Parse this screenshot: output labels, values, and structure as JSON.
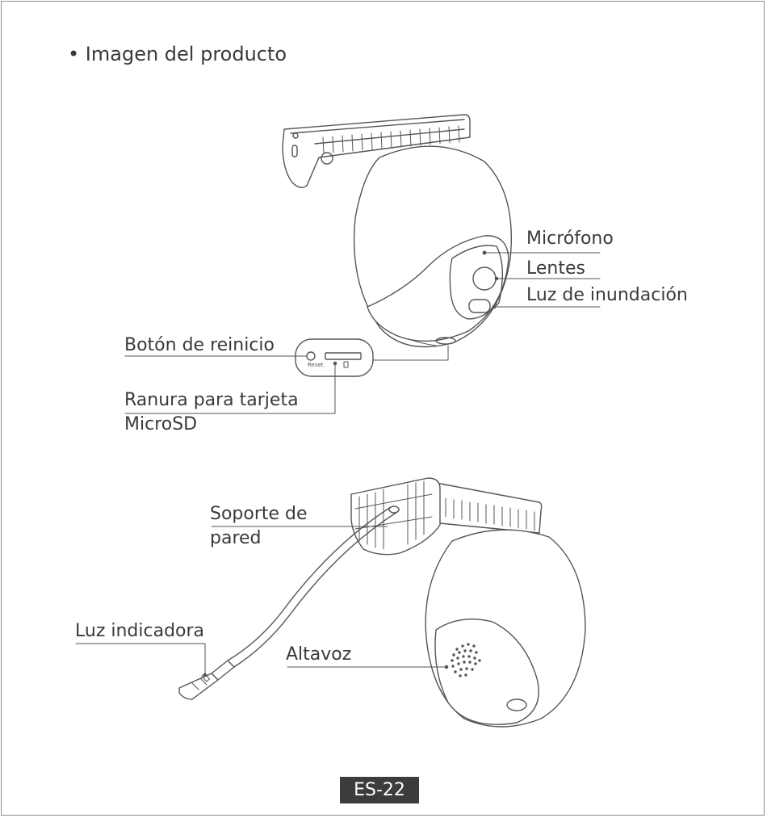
{
  "section": {
    "bullet": "•",
    "title": "Imagen del producto"
  },
  "top_view": {
    "labels": {
      "microphone": "Micrófono",
      "lens": "Lentes",
      "floodlight": "Luz de inundación",
      "reset_button": "Botón de reinicio",
      "sd_slot_line1": "Ranura para tarjeta",
      "sd_slot_line2": "MicroSD"
    },
    "reset_print": "Reset"
  },
  "bottom_view": {
    "labels": {
      "wall_mount_line1": "Soporte de",
      "wall_mount_line2": "pared",
      "indicator": "Luz indicadora",
      "speaker": "Altavoz"
    }
  },
  "footer": {
    "page": "ES-22"
  },
  "colors": {
    "text": "#3a3a3a",
    "line": "#555555",
    "badge_bg": "#3c3c3c",
    "badge_text": "#ffffff"
  }
}
